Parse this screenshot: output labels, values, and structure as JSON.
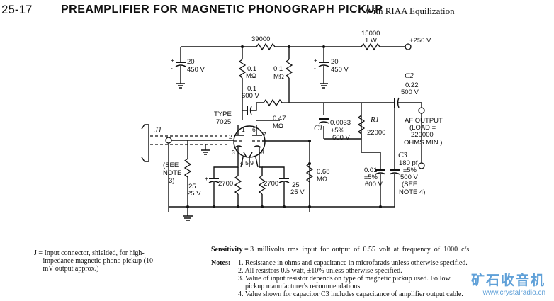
{
  "header": {
    "number": "25-17",
    "title": "PREAMPLIFIER FOR MAGNETIC PHONOGRAPH PICKUP",
    "subtitle": "With RIAA Equilization"
  },
  "components": {
    "r_top": "39000",
    "r_supply": "15000",
    "r_supply_w": "1 W",
    "supply": "+250 V",
    "c_filter1_a": "20",
    "c_filter1_b": "450 V",
    "c_filter2_a": "20",
    "c_filter2_b": "450 V",
    "r_plate1_a": "0.1",
    "r_plate1_b": "MΩ",
    "r_plate2_a": "0.1",
    "r_plate2_b": "MΩ",
    "c_couple_a": "0.1",
    "c_couple_b": "600 V",
    "c2_name": "C2",
    "c2_a": "0.22",
    "c2_b": "500 V",
    "tube_type_a": "TYPE",
    "tube_type_b": "7025",
    "r_fb_a": "0.47",
    "r_fb_b": "MΩ",
    "c1_name": "C1",
    "c1_a": "0.0033",
    "c1_b": "±5%",
    "c1_c": "600 V",
    "r1_name": "R1",
    "r1_val": "22000",
    "af_a": "AF OUTPUT",
    "af_b": "(LOAD =",
    "af_c": "220000",
    "af_d": "OHMS MIN.)",
    "c3_name": "C3",
    "c3_a": "180 pf",
    "c3_b": "±5%",
    "c3_c": "500 V",
    "c3_d": "(SEE",
    "c3_e": "NOTE 4)",
    "j1_name": "J1",
    "r_in_a": "(SEE",
    "r_in_b": "NOTE",
    "r_in_c": "3)",
    "c_k1_a": "25",
    "c_k1_b": "25 V",
    "r_k1": "2700",
    "r_k2": "2700",
    "c_k2_a": "25",
    "c_k2_b": "25 V",
    "r_grid_a": "0.68",
    "r_grid_b": "MΩ",
    "c_eq_a": "0.01",
    "c_eq_b": "±5%",
    "c_eq_c": "600 V",
    "pin_6": "6",
    "pin_7": "7",
    "pin_1": "1",
    "pin_2": "2",
    "pin_3": "3",
    "pin_8": "8",
    "pin_459": "4 5 9"
  },
  "notes": {
    "j_note": "J = Input connector, shielded, for high-\n     impedance magnetic phono pickup (10\n     mV output approx.)",
    "sensitivity_label": "Sensitivity",
    "sensitivity_text": " = 3  millivolts  rms  input  for  output  of  0.55  volt  at  frequency  of  1000  c/s",
    "notes_label": "Notes:",
    "note1": "1. Resistance in ohms and capacitance in microfarads unless otherwise specified.",
    "note2": "2. All resistors 0.5 watt, ±10% unless otherwise specified.",
    "note3a": "3. Value of input resistor depends on type of magnetic pickup used. Follow",
    "note3b": "    pickup manufacturer's recommendations.",
    "note4": "4. Value shown for capacitor C3 includes capacitance of amplifier output cable."
  },
  "watermark": {
    "line1": "矿石收音机",
    "line2": "www.crystalradio.cn"
  }
}
